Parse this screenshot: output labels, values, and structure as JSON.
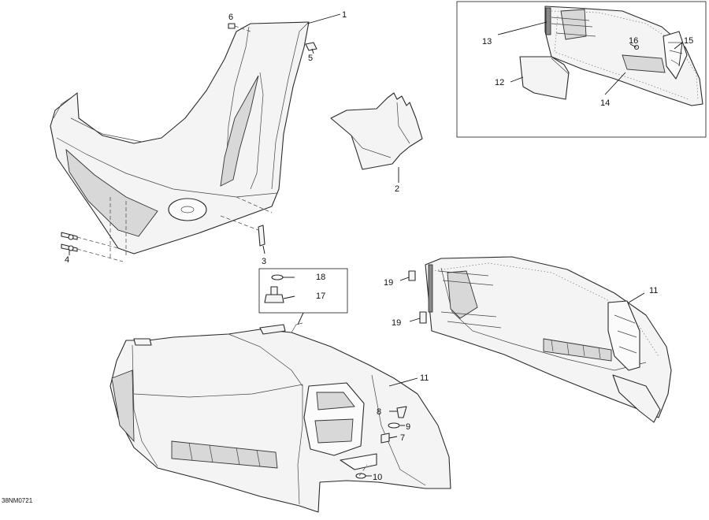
{
  "drawing_code": "38NM0721",
  "callouts": {
    "c1": "1",
    "c2": "2",
    "c3": "3",
    "c4": "4",
    "c5": "5",
    "c6": "6",
    "c7": "7",
    "c8": "8",
    "c9": "9",
    "c10": "10",
    "c11a": "11",
    "c11b": "11",
    "c12": "12",
    "c13": "13",
    "c14": "14",
    "c15": "15",
    "c16": "16",
    "c17": "17",
    "c18": "18",
    "c19a": "19",
    "c19b": "19"
  },
  "colors": {
    "line": "#2a2a2a",
    "fill": "#f4f4f4",
    "background": "#ffffff"
  }
}
